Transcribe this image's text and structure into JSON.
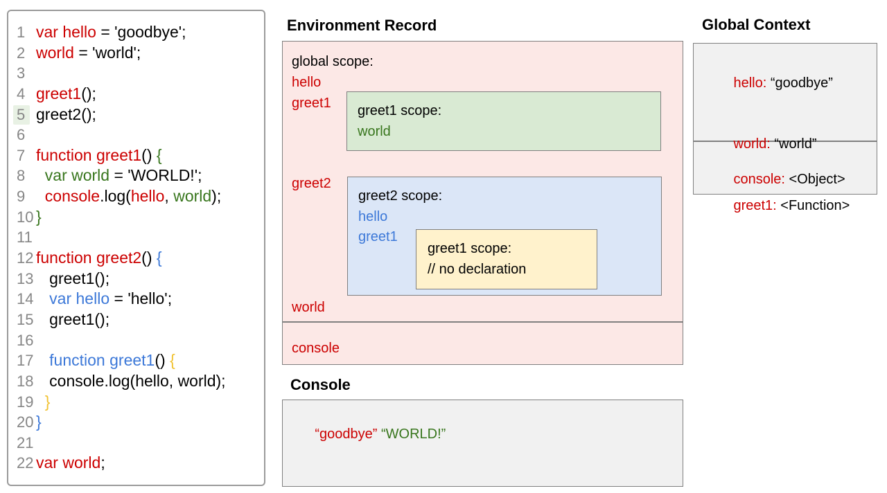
{
  "colors": {
    "red": "#cc0000",
    "green": "#38761d",
    "blue": "#3c78d8",
    "yellow": "#f1c232",
    "gray-text": "#868686",
    "pink-fill": "#fce8e6",
    "green-fill": "#d9ead3",
    "blue-fill": "#dbe6f7",
    "yellow-fill": "#fff2cc",
    "gray-fill": "#f1f1f1",
    "border": "#7f7f7f",
    "line-highlight": "#e8f1e4"
  },
  "code_panel": {
    "lines": [
      {
        "n": "1",
        "tokens": [
          {
            "t": "var hello",
            "c": "red"
          },
          {
            "t": " = 'goodbye';",
            "c": "black"
          }
        ]
      },
      {
        "n": "2",
        "tokens": [
          {
            "t": "world",
            "c": "red"
          },
          {
            "t": " = 'world';",
            "c": "black"
          }
        ]
      },
      {
        "n": "3",
        "tokens": []
      },
      {
        "n": "4",
        "tokens": [
          {
            "t": "greet1",
            "c": "red"
          },
          {
            "t": "();",
            "c": "black"
          }
        ]
      },
      {
        "n": "5",
        "highlight": true,
        "tokens": [
          {
            "t": "greet2();",
            "c": "black"
          }
        ]
      },
      {
        "n": "6",
        "tokens": []
      },
      {
        "n": "7",
        "tokens": [
          {
            "t": "function greet1",
            "c": "red"
          },
          {
            "t": "() ",
            "c": "black"
          },
          {
            "t": "{",
            "c": "green"
          }
        ]
      },
      {
        "n": "8",
        "tokens": [
          {
            "t": "  ",
            "c": "black"
          },
          {
            "t": "var world",
            "c": "green"
          },
          {
            "t": " = 'WORLD!';",
            "c": "black"
          }
        ]
      },
      {
        "n": "9",
        "tokens": [
          {
            "t": "  ",
            "c": "black"
          },
          {
            "t": "console",
            "c": "red"
          },
          {
            "t": ".log(",
            "c": "black"
          },
          {
            "t": "hello",
            "c": "red"
          },
          {
            "t": ", ",
            "c": "black"
          },
          {
            "t": "world",
            "c": "green"
          },
          {
            "t": ");",
            "c": "black"
          }
        ]
      },
      {
        "n": "10",
        "tokens": [
          {
            "t": "}",
            "c": "green"
          }
        ]
      },
      {
        "n": "11",
        "tokens": []
      },
      {
        "n": "12",
        "tokens": [
          {
            "t": "function greet2",
            "c": "red"
          },
          {
            "t": "() ",
            "c": "black"
          },
          {
            "t": "{",
            "c": "blue"
          }
        ]
      },
      {
        "n": "13",
        "tokens": [
          {
            "t": "   greet1();",
            "c": "black"
          }
        ]
      },
      {
        "n": "14",
        "tokens": [
          {
            "t": "   ",
            "c": "black"
          },
          {
            "t": "var hello",
            "c": "blue"
          },
          {
            "t": " = 'hello';",
            "c": "black"
          }
        ]
      },
      {
        "n": "15",
        "tokens": [
          {
            "t": "   greet1();",
            "c": "black"
          }
        ]
      },
      {
        "n": "16",
        "tokens": []
      },
      {
        "n": "17",
        "tokens": [
          {
            "t": "   ",
            "c": "black"
          },
          {
            "t": "function greet1",
            "c": "blue"
          },
          {
            "t": "() ",
            "c": "black"
          },
          {
            "t": "{",
            "c": "yellow"
          }
        ]
      },
      {
        "n": "18",
        "tokens": [
          {
            "t": "   console.log(hello, world);",
            "c": "black"
          }
        ]
      },
      {
        "n": "19",
        "tokens": [
          {
            "t": "  ",
            "c": "black"
          },
          {
            "t": "}",
            "c": "yellow"
          }
        ]
      },
      {
        "n": "20",
        "tokens": [
          {
            "t": "}",
            "c": "blue"
          }
        ]
      },
      {
        "n": "21",
        "tokens": []
      },
      {
        "n": "22",
        "tokens": [
          {
            "t": "var world",
            "c": "red"
          },
          {
            "t": ";",
            "c": "black"
          }
        ]
      }
    ]
  },
  "environment_record": {
    "title": "Environment Record",
    "global_scope_label": "global scope:",
    "hello": "hello",
    "greet1": "greet1",
    "greet2": "greet2",
    "world": "world",
    "console": "console",
    "greet1_scope": {
      "title": "greet1 scope:",
      "world": "world"
    },
    "greet2_scope": {
      "title": "greet2 scope:",
      "hello": "hello",
      "greet1": "greet1",
      "inner_greet1_scope": {
        "title": "greet1 scope:",
        "comment": "// no declaration"
      }
    }
  },
  "console_panel": {
    "title": "Console",
    "output": [
      {
        "t": "“goodbye” ",
        "c": "red"
      },
      {
        "t": "“WORLD!”",
        "c": "green"
      }
    ]
  },
  "global_context": {
    "title": "Global Context",
    "entries": [
      {
        "name": "hello:",
        "value": " “goodbye”"
      },
      {
        "name": "world:",
        "value": " “world”"
      },
      {
        "name": "greet1:",
        "value": " <Function>"
      }
    ],
    "console_entry": {
      "name": "console:",
      "value": " <Object>"
    }
  }
}
